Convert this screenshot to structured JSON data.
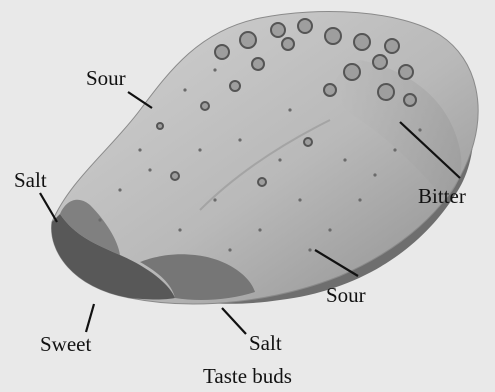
{
  "figure": {
    "caption": "Taste buds",
    "labels": {
      "sour_top": "Sour",
      "salt_left": "Salt",
      "bitter": "Bitter",
      "sour_right": "Sour",
      "sweet": "Sweet",
      "salt_bottom": "Salt"
    }
  },
  "colors": {
    "background": "#e9e9e9",
    "tongue_surface": "#bfbfbf",
    "tongue_shadow": "#7a7a7a",
    "sweet_zone": "#5a5a5a",
    "salt_zone": "#777777",
    "papillae": "#555555",
    "leader_lines": "#111111"
  }
}
